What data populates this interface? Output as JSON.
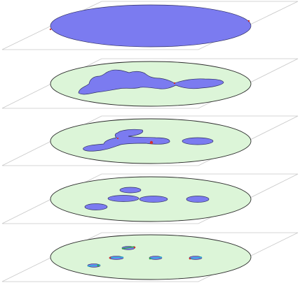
{
  "colors": {
    "region_fill": "#7b7bf0",
    "domain_fill": "#dcf5d8",
    "plane_stroke": "#c8c8c8",
    "boundary_marker_red": "#d23030",
    "boundary_marker_green": "#2eaa4a",
    "boundary_marker_cyan": "#29b5d6"
  },
  "layers": [
    {
      "index": 1,
      "state": "full-domain",
      "component_count": 1
    },
    {
      "index": 2,
      "state": "single-connected-region",
      "component_count": 1
    },
    {
      "index": 3,
      "state": "connected-branches",
      "component_count": 2
    },
    {
      "index": 4,
      "state": "separated-blobs",
      "component_count": 5
    },
    {
      "index": 5,
      "state": "shrunken-fragments",
      "component_count": 5
    }
  ]
}
